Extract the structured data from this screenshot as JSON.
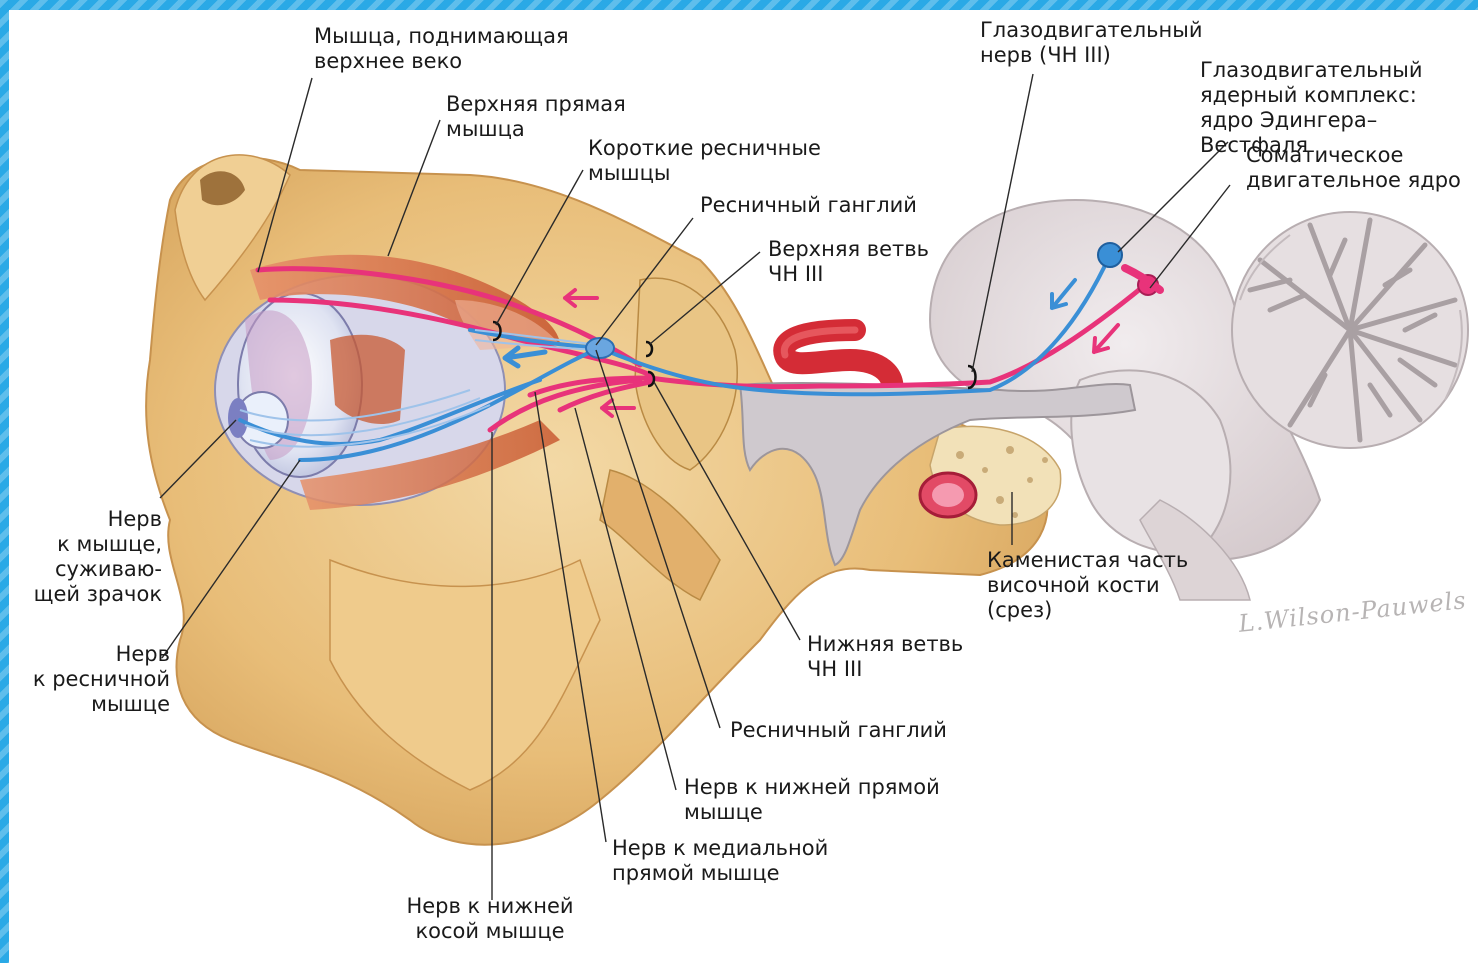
{
  "diagram": {
    "colors": {
      "frame": "#2aa9e6",
      "bone": "#e8bf7c",
      "bone_dark": "#c99a55",
      "brain": "#d9d0d2",
      "motor_fibers": "#e8337a",
      "parasympathetic_fibers": "#3a8fd6",
      "muscle": "#d06a3c",
      "artery": "#d42c36"
    },
    "labels": {
      "levator": "Мышца, поднимающая\nверхнее веко",
      "superior_rectus": "Верхняя прямая\nмышца",
      "short_ciliary": "Короткие ресничные\nмышцы",
      "ciliary_ganglion_top": "Ресничный ганглий",
      "superior_branch": "Верхняя ветвь\nЧН III",
      "oculomotor_nerve": "Глазодвигательный\nнерв (ЧН III)",
      "nuclear_complex": "Глазодвигательный\nядерный комплекс:\nядро Эдингера–Вестфаля",
      "somatic_nucleus": "Соматическое\nдвигательное ядро",
      "petrous": "Каменистая часть\nвисочной кости\n(срез)",
      "pupil_constrictor": "Нерв\nк мышце,\nсуживаю-\nщей зрачок",
      "ciliary_muscle": "Нерв\nк ресничной\nмышце",
      "inferior_branch": "Нижняя ветвь\nЧН III",
      "ciliary_ganglion_bottom": "Ресничный ганглий",
      "inferior_rectus": "Нерв к нижней прямой\nмышце",
      "medial_rectus": "Нерв к медиальной\nпрямой мышце",
      "inferior_oblique": "Нерв к нижней\nкосой мышце"
    },
    "signature": "L.Wilson-Pauwels"
  }
}
